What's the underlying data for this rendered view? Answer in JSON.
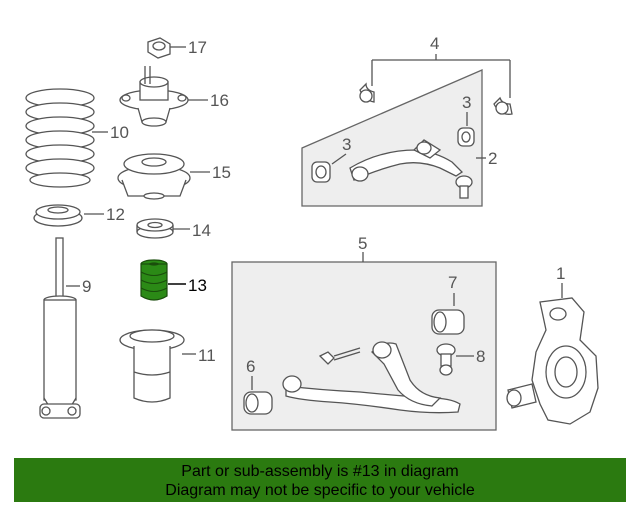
{
  "diagram": {
    "callouts": {
      "c1": "1",
      "c2": "2",
      "c3a": "3",
      "c3b": "3",
      "c4": "4",
      "c5": "5",
      "c6": "6",
      "c7": "7",
      "c8": "8",
      "c9": "9",
      "c10": "10",
      "c11": "11",
      "c12": "12",
      "c13": "13",
      "c14": "14",
      "c15": "15",
      "c16": "16",
      "c17": "17"
    },
    "highlighted_part": "13",
    "colors": {
      "highlight": "#2b8a16",
      "line": "#555555",
      "banner": "#2b7a10"
    }
  },
  "banner": {
    "line1": "Part or sub-assembly is #13 in diagram",
    "line2": "Diagram may not be specific to your vehicle"
  }
}
